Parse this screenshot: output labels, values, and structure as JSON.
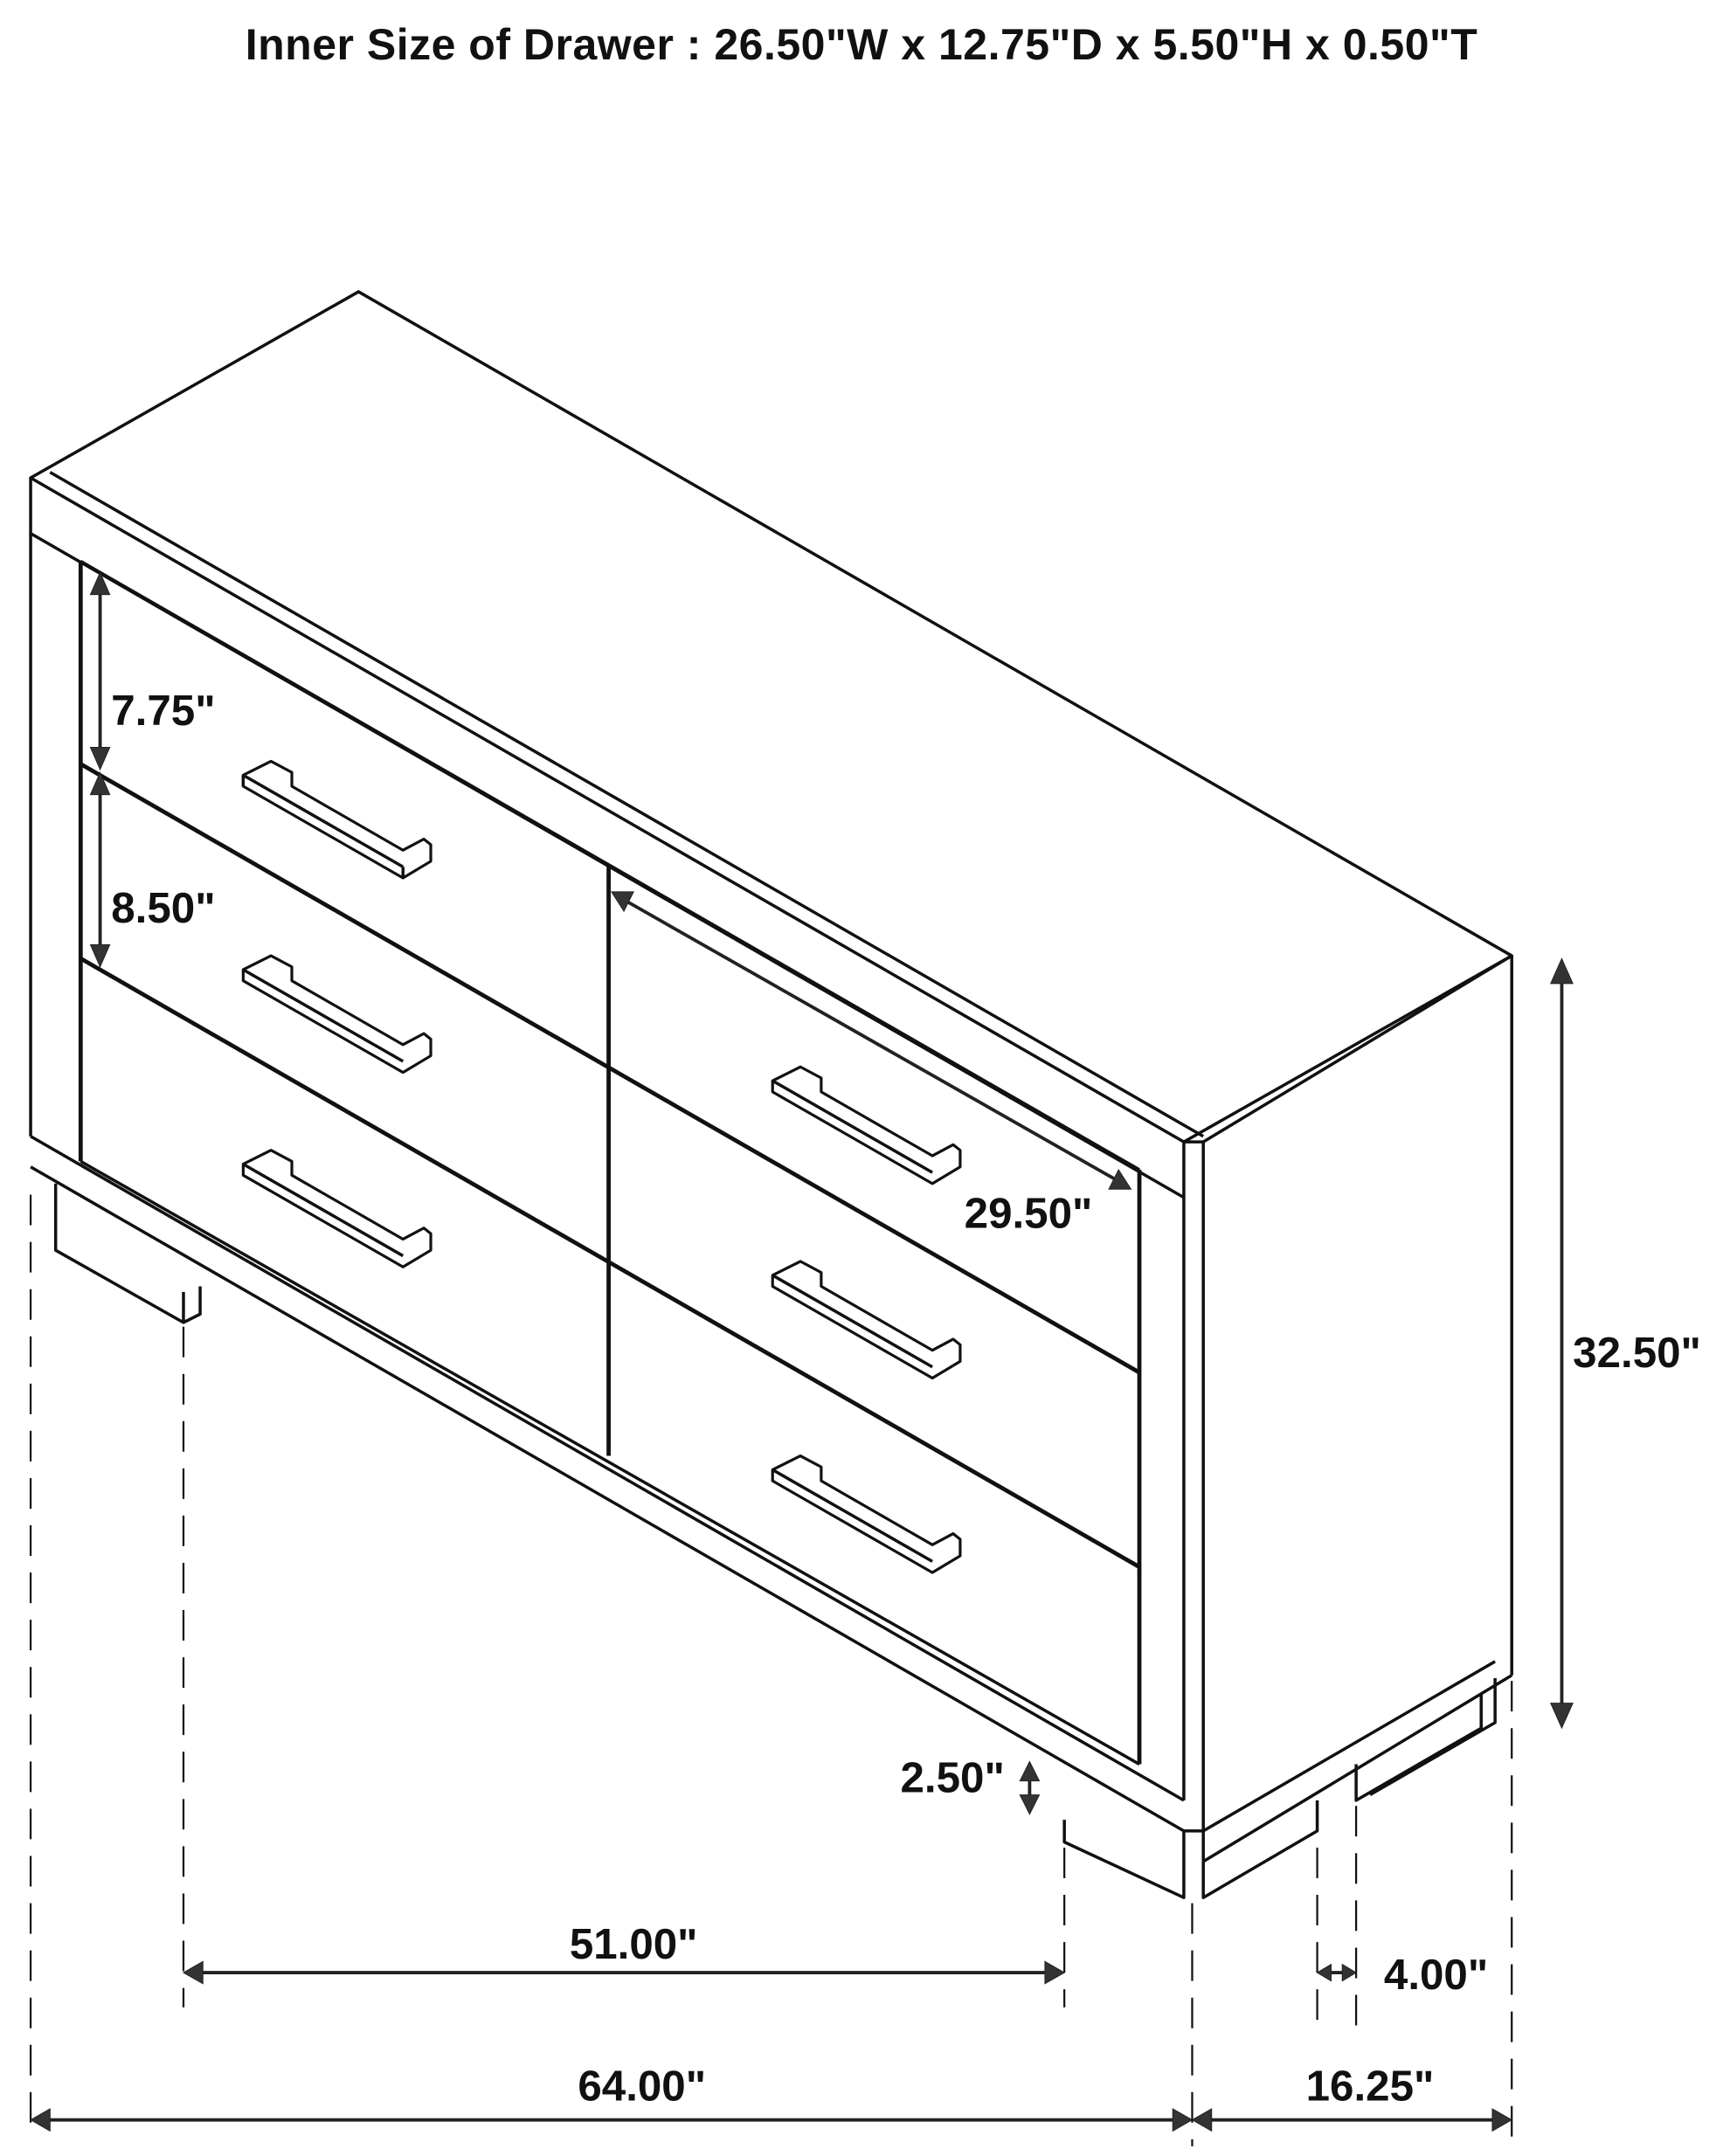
{
  "title": "Inner Size of Drawer : 26.50\"W x 12.75\"D x 5.50\"H x 0.50\"T",
  "diagram": {
    "subject": "six-drawer dresser line drawing",
    "dimensions": {
      "top_drawer_height": "7.75\"",
      "middle_drawer_height": "8.50\"",
      "drawer_width": "29.50\"",
      "overall_height": "32.50\"",
      "leg_height": "2.50\"",
      "leg_span": "51.00\"",
      "leg_width": "4.00\"",
      "overall_width": "64.00\"",
      "overall_depth": "16.25\""
    },
    "line_color": "#111111",
    "background": "#ffffff"
  }
}
